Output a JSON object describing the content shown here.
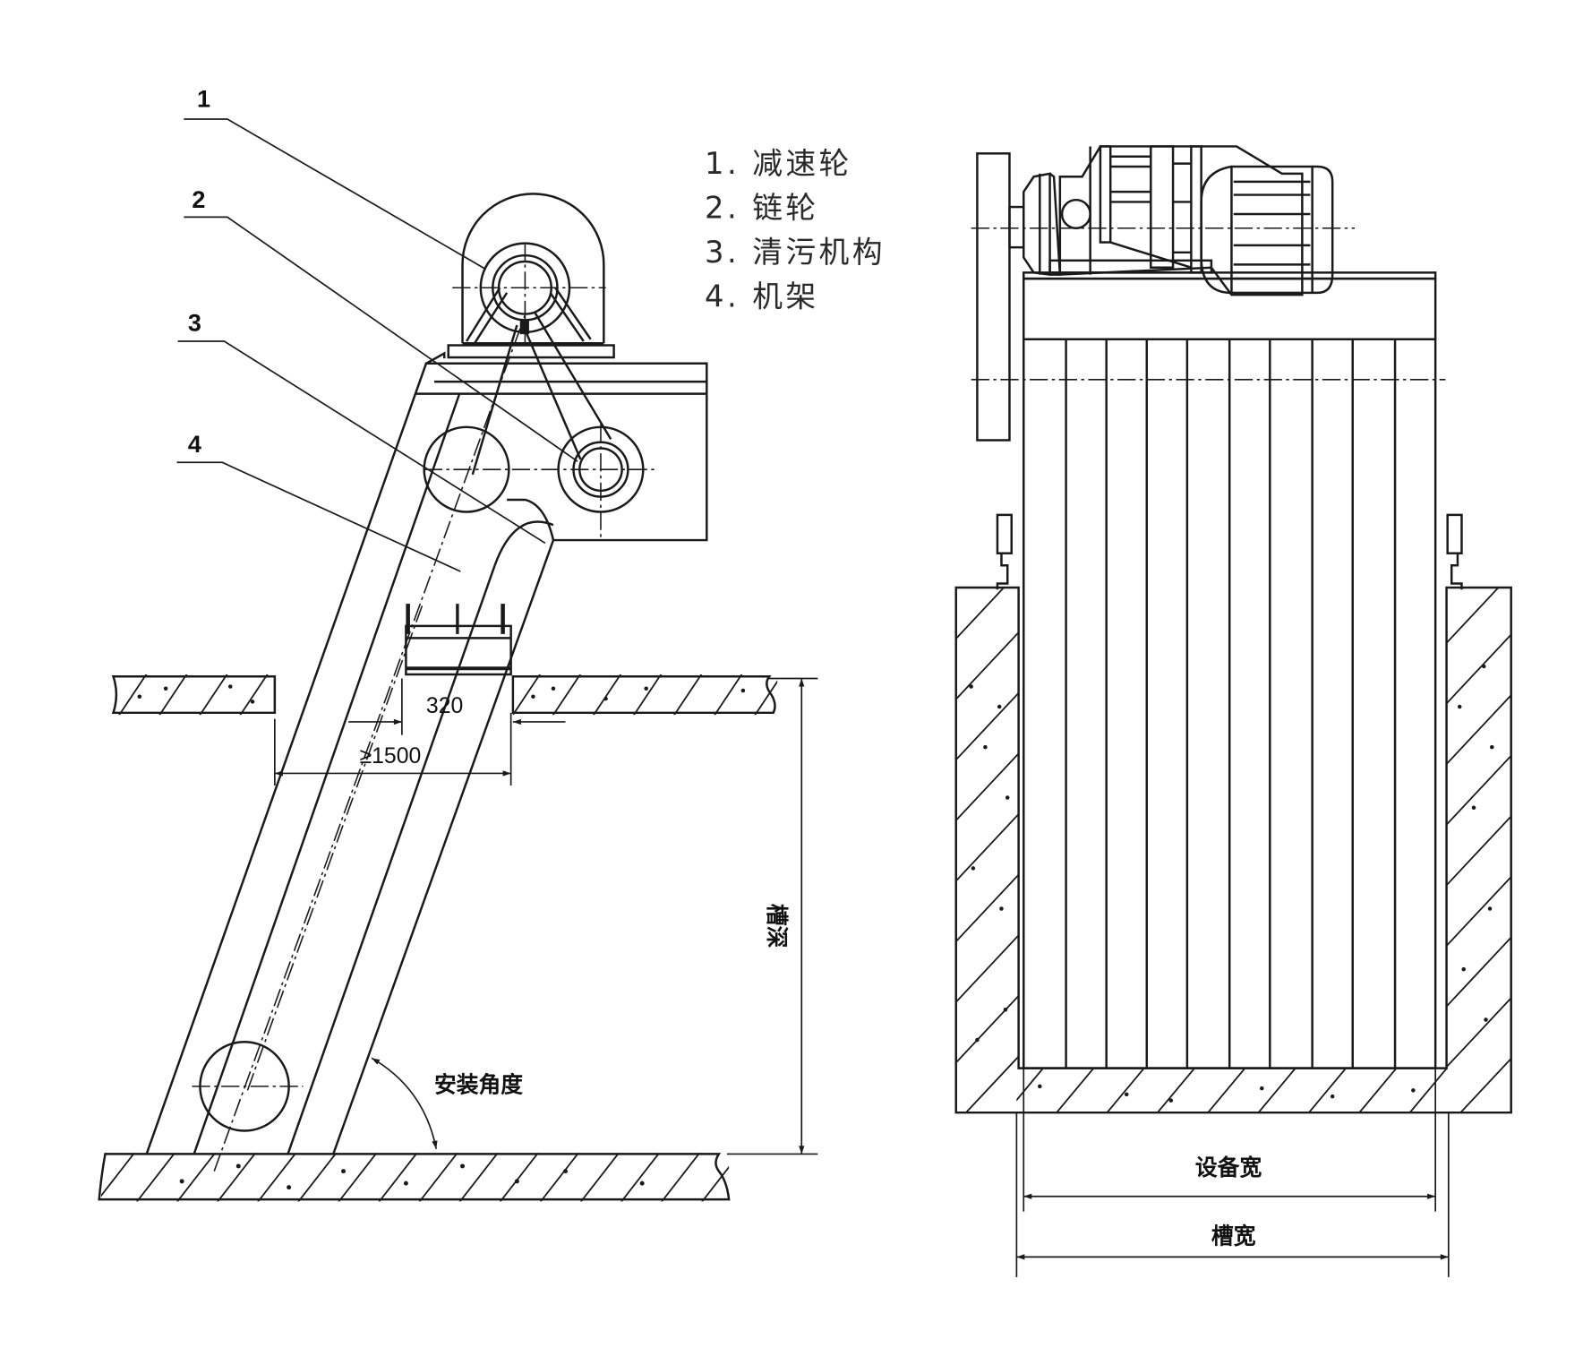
{
  "legend": {
    "items": [
      {
        "number": "1.",
        "label": "减速轮"
      },
      {
        "number": "2.",
        "label": "链轮"
      },
      {
        "number": "3.",
        "label": "清污机构"
      },
      {
        "number": "4.",
        "label": "机架"
      }
    ]
  },
  "side_view": {
    "callouts": [
      "1",
      "2",
      "3",
      "4"
    ],
    "dimensions": {
      "top_width": "320",
      "min_clearance": "≥1500",
      "channel_depth": "槽深",
      "install_angle": "安装角度"
    }
  },
  "front_view": {
    "dimensions": {
      "equipment_width": "设备宽",
      "channel_width": "槽宽"
    }
  },
  "colors": {
    "line": "#1a1a1a",
    "background": "#ffffff",
    "legend_text": "#2a2a2a"
  }
}
